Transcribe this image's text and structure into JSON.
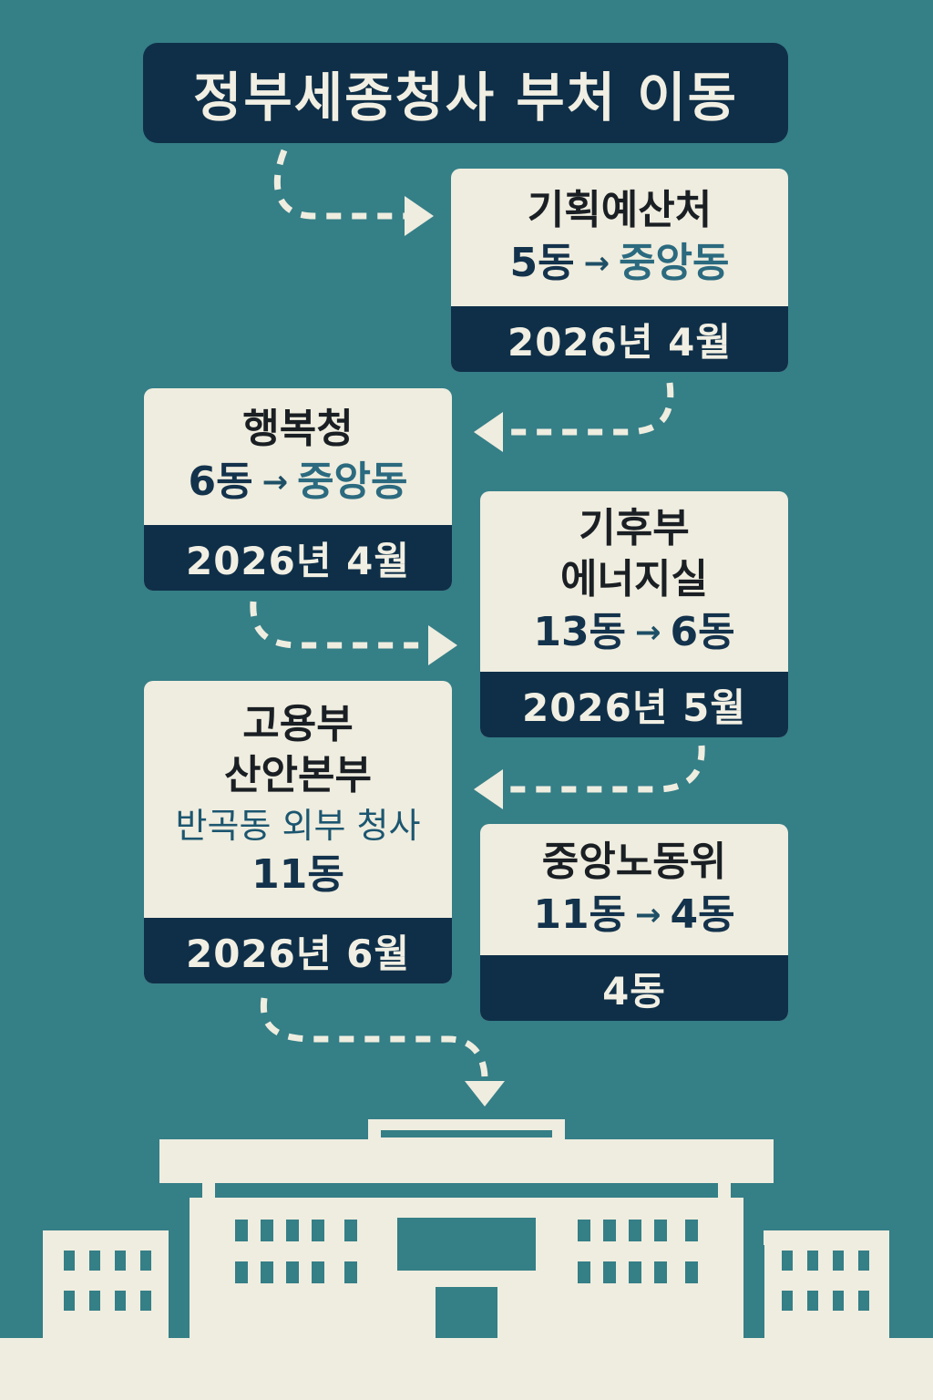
{
  "title": "정부세종청사 부처 이동",
  "arrow_glyph": "→",
  "cards": [
    {
      "name": "기획예산처",
      "from": "5동",
      "to": "중앙동",
      "date": "2026년 4월"
    },
    {
      "name": "행복청",
      "from": "6동",
      "to": "중앙동",
      "date": "2026년 4월"
    },
    {
      "name_line1": "기후부",
      "name_line2": "에너지실",
      "from": "13동",
      "to": "6동",
      "date": "2026년 5월"
    },
    {
      "name_line1": "고용부",
      "name_line2": "산안본부",
      "sub_line1": "반곡동 외부 청사",
      "sub_line2": "11동",
      "date": "2026년 6월"
    },
    {
      "name": "중앙노동위",
      "from": "11동",
      "to": "4동",
      "date": "4동"
    }
  ],
  "colors": {
    "background": "#357f87",
    "navy": "#0f2f48",
    "cream": "#efeddf",
    "teal_text": "#2b6a7f"
  },
  "icons": {
    "flow_arrows": "dashed-curved-arrow-icon",
    "building": "government-building-icon"
  }
}
